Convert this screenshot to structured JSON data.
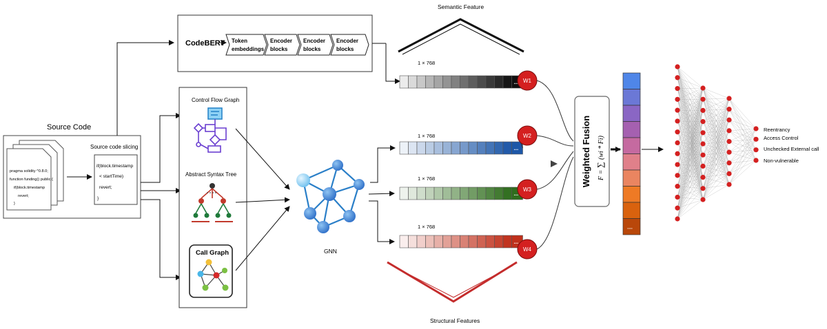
{
  "source": {
    "title": "Source Code",
    "slicing_label": "Source code slicing",
    "code_lines": [
      "pragma solidity ^0.8.0;",
      "function funding() public {",
      "if(block.timestamp",
      "revert;",
      "}"
    ],
    "sliced_lines": [
      "if(block.timestamp",
      "< startTime)",
      "revert;",
      "}"
    ]
  },
  "semantic": {
    "codebert": "CodeBERT",
    "stages": [
      {
        "line1": "Token",
        "line2": "embeddings"
      },
      {
        "line1": "Encoder",
        "line2": "blocks"
      },
      {
        "line1": "Encoder",
        "line2": "blocks"
      },
      {
        "line1": "Encoder",
        "line2": "blocks"
      }
    ],
    "feature_title": "Semantic Feature"
  },
  "graphs": {
    "cfg": "Control Flow Graph",
    "ast": "Abstract Syntax Tree",
    "call_graph": "Call Graph",
    "gnn": "GNN"
  },
  "vectors": {
    "dim_labels": [
      "1 × 768",
      "1 × 768",
      "1 × 768",
      "1 × 768"
    ],
    "ellipsis": "...",
    "structural_title": "Structural Features",
    "weights": [
      "W1",
      "W2",
      "W3",
      "W4"
    ]
  },
  "fusion": {
    "title": "Weighted Fusion",
    "formula_prefix": "F =",
    "formula_sum": "∑",
    "formula_body": "(wi * Fi)",
    "fused_ellipsis": "...."
  },
  "outputs": [
    "Reentrancy",
    "Access Control",
    "Unchecked External call",
    "Non-vulnerable"
  ],
  "colors": {
    "weight_node": "#d42020",
    "fusion_vector": [
      "#4f86e8",
      "#6b78d6",
      "#8a66c4",
      "#a560b0",
      "#c56aa0",
      "#e0808a",
      "#ea8560",
      "#ee7a25",
      "#d9620e",
      "#b9470a"
    ],
    "semantic_vector_end": "#111111",
    "blue_vector_end": "#1d57a8",
    "green_vector_end": "#2f6d1d",
    "red_vector_end": "#c0301b"
  }
}
